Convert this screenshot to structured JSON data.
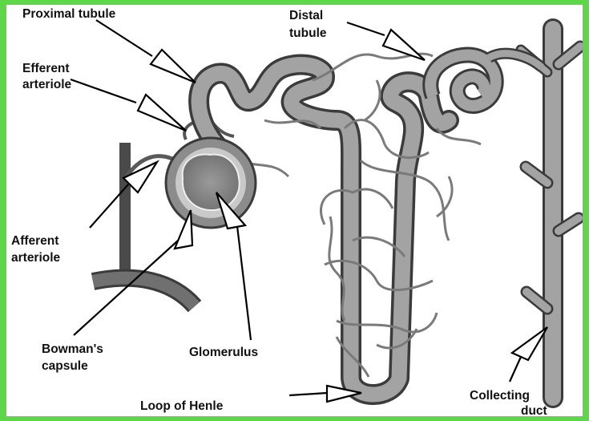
{
  "figure": {
    "labels": {
      "proximal_tubule": "Proximal tubule",
      "efferent_line1": "Efferent",
      "efferent_line2": "arteriole",
      "afferent_line1": "Afferent",
      "afferent_line2": "arteriole",
      "bowmans_line1": "Bowman's",
      "bowmans_line2": "capsule",
      "glomerulus": "Glomerulus",
      "distal_line1": "Distal",
      "distal_line2": "tubule",
      "loop_of_henle": "Loop of Henle",
      "collecting_line1": "Collecting",
      "collecting_line2": "duct"
    },
    "colors": {
      "frame": "#5fd64a",
      "tubule_fill": "#a3a3a3",
      "tubule_outline": "#3b3b3b",
      "capillary": "#7a7a7a",
      "arteriole": "#4a4a4a"
    }
  }
}
